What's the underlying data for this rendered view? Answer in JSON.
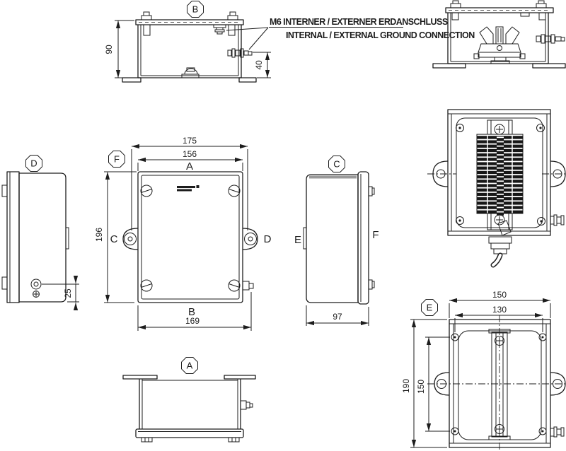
{
  "colors": {
    "line": "#1d1d1d",
    "bg": "#ffffff",
    "terminal": "#171717",
    "shade": "#9a9a9a"
  },
  "note": {
    "line1": "M6 INTERNER / EXTERNER ERDANSCHLUSS",
    "line2": "INTERNAL / EXTERNAL GROUND CONNECTION"
  },
  "views": {
    "section_b": {
      "label": "B",
      "dim_height": "90",
      "dim_ground_height": "40"
    },
    "side_d": {
      "label": "D",
      "dim_ground_offset": "25"
    },
    "front_f": {
      "label": "F",
      "dim_overall_width": "175",
      "dim_body_width": "156",
      "dim_height": "196",
      "dim_bottom_width": "169",
      "face_top": "A",
      "face_left": "C",
      "face_right": "D",
      "face_bottom": "B"
    },
    "side_c": {
      "label": "C",
      "dim_depth": "97",
      "face_left": "E",
      "face_right": "F"
    },
    "bottom_a": {
      "label": "A"
    },
    "mount_e": {
      "label": "E",
      "dim_width": "150",
      "dim_inner_width": "130",
      "dim_height": "190",
      "dim_hole_spacing": "150"
    }
  }
}
